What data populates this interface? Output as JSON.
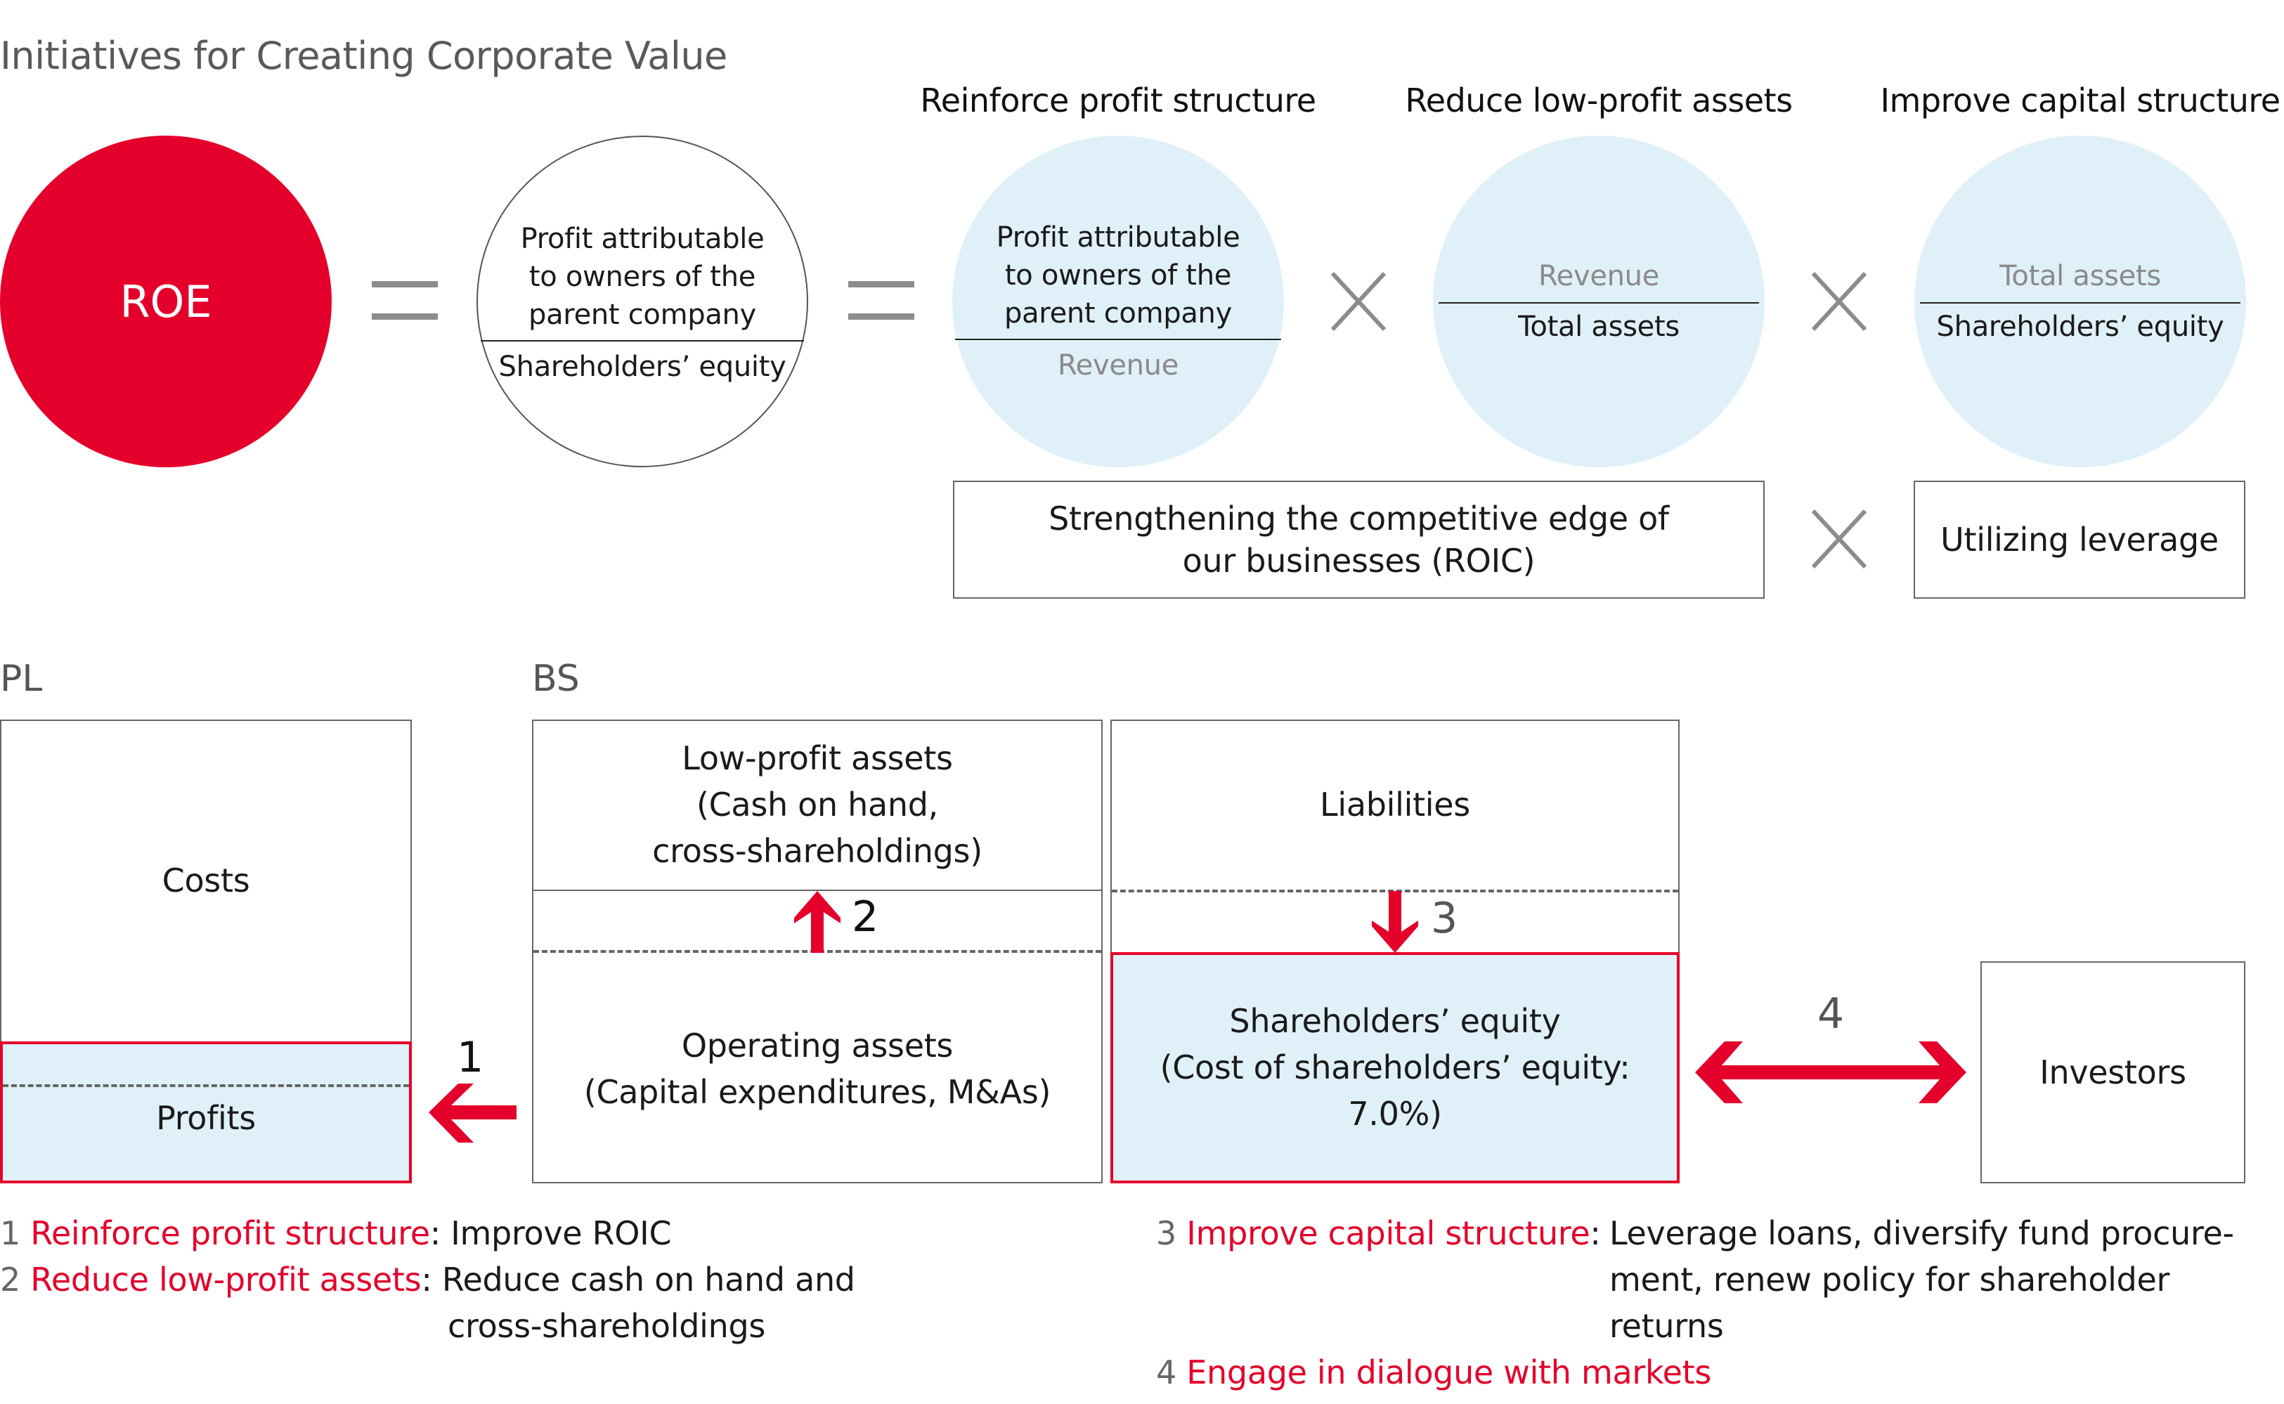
{
  "title": "Initiatives for Creating Corporate Value",
  "colors": {
    "accent_red": "#E4002B",
    "light_blue": "#DFF0F8",
    "line_gray": "#666666"
  },
  "headers": [
    "Reinforce profit structure",
    "Reduce low-profit assets",
    "Improve capital structure"
  ],
  "formula": {
    "roe_label": "ROE",
    "equals_symbol": "=",
    "times_symbol": "×",
    "ratio_main": {
      "numerator": [
        "Profit attributable",
        "to owners of the",
        "parent company"
      ],
      "denominator": "Shareholders’ equity"
    },
    "ratio_profit": {
      "numerator": [
        "Profit attributable",
        "to owners of the",
        "parent company"
      ],
      "denominator": "Revenue"
    },
    "ratio_assets": {
      "numerator": "Revenue",
      "denominator": "Total assets"
    },
    "ratio_capital": {
      "numerator": "Total assets",
      "denominator": "Shareholders’ equity"
    },
    "box_roic": [
      "Strengthening the competitive edge of",
      "our businesses (ROIC)"
    ],
    "box_leverage": "Utilizing leverage"
  },
  "pl": {
    "label": "PL",
    "costs": "Costs",
    "profits": "Profits"
  },
  "bs": {
    "label": "BS",
    "low_profit_assets": [
      "Low-profit assets",
      "(Cash on hand,",
      "cross-shareholdings)"
    ],
    "operating_assets": [
      "Operating assets",
      "(Capital expenditures, M&As)"
    ],
    "liabilities": "Liabilities",
    "equity": [
      "Shareholders’ equity",
      "(Cost of shareholders’ equity:",
      "7.0%)"
    ]
  },
  "investors": "Investors",
  "markers": [
    "1",
    "2",
    "3",
    "4"
  ],
  "notes": [
    {
      "num": "1",
      "title": "Reinforce profit structure",
      "colon": ":",
      "desc": [
        "Improve ROIC"
      ]
    },
    {
      "num": "2",
      "title": "Reduce low-profit assets",
      "colon": ":",
      "desc": [
        "Reduce cash on hand and",
        "cross-shareholdings"
      ]
    },
    {
      "num": "3",
      "title": "Improve capital structure",
      "colon": ":",
      "desc": [
        "Leverage loans, diversify fund procure-",
        "ment, renew policy for shareholder",
        "returns"
      ]
    },
    {
      "num": "4",
      "title": "Engage in dialogue with markets",
      "colon": "",
      "desc": []
    }
  ]
}
